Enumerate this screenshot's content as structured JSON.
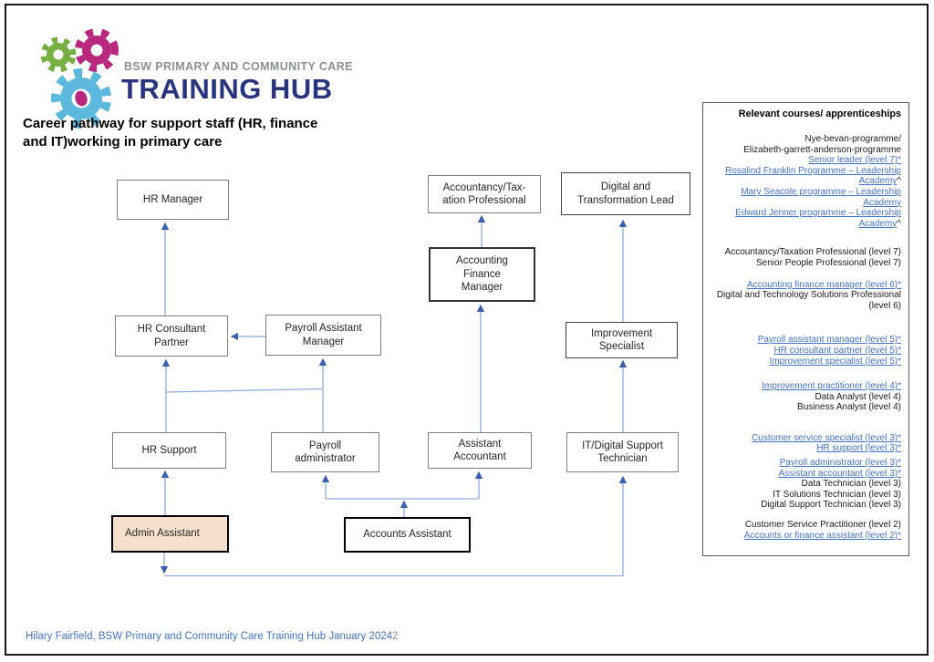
{
  "logo": {
    "brand_line": "BSW PRIMARY AND COMMUNITY CARE",
    "brand_name": "TRAINING HUB"
  },
  "title": {
    "line1": "Career pathway for support staff (HR, finance",
    "line2": "and IT)working in primary care"
  },
  "boxes": {
    "hr_manager": {
      "lines": [
        "HR Manager"
      ]
    },
    "accountancy": {
      "lines": [
        "Accountancy/Tax-",
        "ation Professional"
      ]
    },
    "digital_lead": {
      "lines": [
        "Digital and",
        "Transformation Lead"
      ]
    },
    "acc_fin_mgr": {
      "lines": [
        "Accounting",
        "Finance",
        "Manager"
      ]
    },
    "hr_consultant": {
      "lines": [
        "HR Consultant",
        "Partner"
      ]
    },
    "payroll_asst_mgr": {
      "lines": [
        "Payroll Assistant",
        "Manager"
      ]
    },
    "improvement_spec": {
      "lines": [
        "Improvement",
        "Specialist"
      ]
    },
    "hr_support": {
      "lines": [
        "HR Support"
      ]
    },
    "payroll_admin": {
      "lines": [
        "Payroll",
        "administrator"
      ]
    },
    "asst_accountant": {
      "lines": [
        "Assistant",
        "Accountant"
      ]
    },
    "it_digital": {
      "lines": [
        "IT/Digital Support",
        "Technician"
      ]
    },
    "admin_assistant": {
      "lines": [
        "Admin Assistant"
      ]
    },
    "accounts_assistant": {
      "lines": [
        "Accounts Assistant"
      ]
    }
  },
  "panel": {
    "header": "Relevant courses/ apprenticeships",
    "items": [
      {
        "text": "Nye-bevan-programme/",
        "link": false
      },
      {
        "text": "Elizabeth-garrett-anderson-programme",
        "link": false
      },
      {
        "text": "Senior leader (level 7)*",
        "link": true
      },
      {
        "text": "Rosalind Franklin Programme – Leadership Academy",
        "link": true,
        "suffix": "^"
      },
      {
        "text": "Mary Seacole programme – Leadership Academy",
        "link": true
      },
      {
        "text": "Edward Jenner programme – Leadership Academy",
        "link": true,
        "suffix": "^"
      },
      {
        "text": "Accountancy/Taxation Professional (level 7)",
        "link": false
      },
      {
        "text": "Senior People Professional (level 7)",
        "link": false
      },
      {
        "text": "Accounting finance manager (level 6)*",
        "link": true
      },
      {
        "text": "Digital and Technology Solutions Professional (level 6)",
        "link": false
      },
      {
        "text": "Payroll assistant manager (level 5)*",
        "link": true
      },
      {
        "text": "HR consultant partner (level 5)*",
        "link": true
      },
      {
        "text": "Improvement specialist (level 5)*",
        "link": true
      },
      {
        "text": "Improvement practitioner (level 4)*",
        "link": true
      },
      {
        "text": "Data Analyst (level 4)",
        "link": false
      },
      {
        "text": "Business Analyst (level 4)",
        "link": false
      },
      {
        "text": "Customer service specialist (level 3)*",
        "link": true
      },
      {
        "text": "HR support (level 3)*",
        "link": true
      },
      {
        "text": "Payroll administrator (level 3)*",
        "link": true
      },
      {
        "text": "Assistant accountant (level 3)*",
        "link": true
      },
      {
        "text": "Data Technician (level 3)",
        "link": false
      },
      {
        "text": "IT Solutions Technician (level 3)",
        "link": false
      },
      {
        "text": "Digital Support Technician (level 3)",
        "link": false
      },
      {
        "text": "Customer Service Practitioner (level 2)",
        "link": false
      },
      {
        "text": "Accounts or finance assistant (level 2)*",
        "link": true
      }
    ]
  },
  "footer": {
    "text": "Hilary Fairfield, BSW Primary and Community Care Training Hub January 2024",
    "page_number": "2"
  },
  "colors": {
    "link_blue": "#4472c4",
    "connector_line": "#8faadc",
    "arrowhead": "#3a5fae",
    "brand_navy": "#28357e",
    "brand_gray": "#8a8f94",
    "admin_box_fill": "#f7e1cd",
    "gear_green": "#76b043",
    "gear_magenta": "#b8287f",
    "gear_blue": "#5cb8dc"
  }
}
